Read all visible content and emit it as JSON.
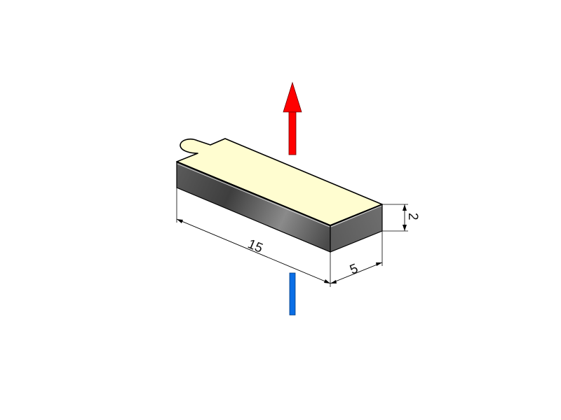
{
  "diagram": {
    "subject": "rectangular block magnet with adhesive tape and pull tab",
    "dimensions": {
      "length": "15",
      "width": "5",
      "height": "2"
    },
    "arrows": {
      "north": {
        "direction": "up",
        "color": "#ff0000"
      },
      "south": {
        "direction": "down",
        "color": "#0a6ee6"
      }
    },
    "colors": {
      "adhesive_top": "#fffdd0",
      "magnet_body_dark": "#3c3c3c",
      "magnet_body_light": "#8a8a8a",
      "outline": "#000000"
    }
  }
}
